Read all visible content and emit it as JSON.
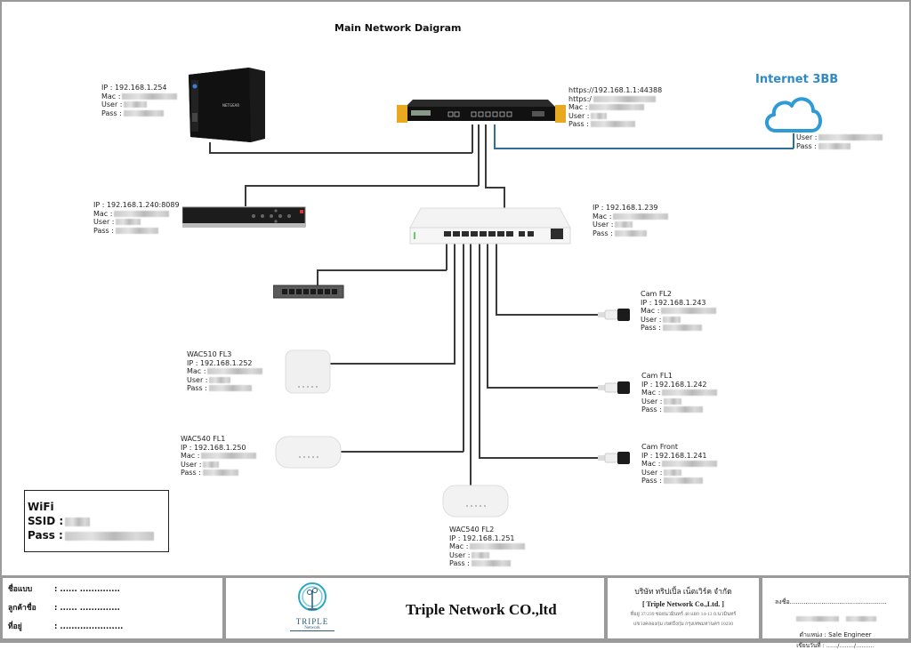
{
  "page": {
    "title": "Main Network Daigram"
  },
  "devices": {
    "nas": {
      "ip": "IP : 192.168.1.254",
      "mac": "Mac :",
      "user": "User :",
      "pass": "Pass :"
    },
    "router": {
      "url1": "https://192.168.1.1:44388",
      "url2": "https:/",
      "mac": "Mac :",
      "user": "User :",
      "pass": "Pass :"
    },
    "internet": {
      "label": "Internet 3BB",
      "user": "User :",
      "pass": "Pass :"
    },
    "nvr": {
      "ip": "IP : 192.168.1.240:8089",
      "mac": "Mac :",
      "user": "User :",
      "pass": "Pass :"
    },
    "core_switch": {
      "ip": "IP : 192.168.1.239",
      "mac": "Mac :",
      "user": "User :",
      "pass": "Pass :"
    },
    "cam_fl2": {
      "name": "Cam FL2",
      "ip": "IP : 192.168.1.243",
      "mac": "Mac :",
      "user": "User :",
      "pass": "Pass :"
    },
    "cam_fl1": {
      "name": "Cam FL1",
      "ip": "IP : 192.168.1.242",
      "mac": "Mac :",
      "user": "User :",
      "pass": "Pass :"
    },
    "cam_front": {
      "name": "Cam Front",
      "ip": "IP : 192.168.1.241",
      "mac": "Mac :",
      "user": "User :",
      "pass": "Pass :"
    },
    "wac510_fl3": {
      "name": "WAC510 FL3",
      "ip": "IP : 192.168.1.252",
      "mac": "Mac :",
      "user": "User :",
      "pass": "Pass :"
    },
    "wac540_fl1": {
      "name": "WAC540 FL1",
      "ip": "IP : 192.168.1.250",
      "mac": "Mac :",
      "user": "User :",
      "pass": "Pass :"
    },
    "wac540_fl2": {
      "name": "WAC540 FL2",
      "ip": "IP : 192.168.1.251",
      "mac": "Mac :",
      "user": "User :",
      "pass": "Pass :"
    }
  },
  "wifi": {
    "title": "WiFi",
    "ssid": "SSID :",
    "pass": "Pass :"
  },
  "footer": {
    "project_label": "ชื่อแบบ",
    "project_value": ": ...... ..............",
    "customer_label": "ลูกค้าชื่อ",
    "customer_value": ": ...... ..............",
    "address_label": "ที่อยู่",
    "address_value": ": ......................",
    "logo_name": "TRIPLE",
    "logo_sub": "Network",
    "company_name": "Triple Network CO.,ltd",
    "company_thai": "บริษัท ทริปเปิ้ล เน็ตเวิร์ค จำกัด",
    "company_en": "[ Triple Network Co.,Ltd. ]",
    "company_addr1": "ที่อยู่ 37/239 ซอยนวมินทร์ 48 แยก 14-13 ถ.นวมินทร์",
    "company_addr2": "แขวงคลองกุ่ม เขตบึงกุ่ม กรุงเทพมหานคร 10230",
    "sign_label": "ลงชื่อ.................................................",
    "position": "ตำแหน่ง : Sale Engineer",
    "date": "เขียนวันที่ : ....../......../.........."
  }
}
